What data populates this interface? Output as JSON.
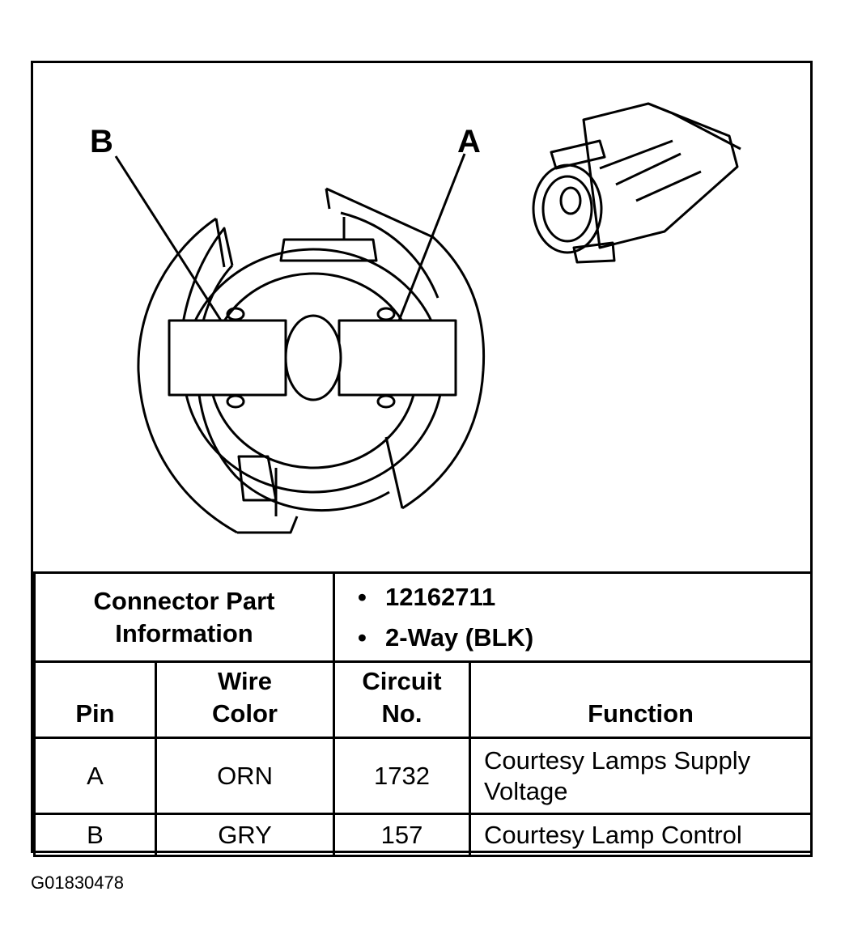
{
  "diagram": {
    "pin_labels": [
      "B",
      "A"
    ]
  },
  "connector_info": {
    "label_line1": "Connector Part",
    "label_line2": "Information",
    "items": [
      "12162711",
      "2-Way (BLK)"
    ]
  },
  "table": {
    "headers": {
      "pin": "Pin",
      "wire_line1": "Wire",
      "wire_line2": "Color",
      "circuit_line1": "Circuit",
      "circuit_line2": "No.",
      "function": "Function"
    },
    "rows": [
      {
        "pin": "A",
        "wire": "ORN",
        "circuit": "1732",
        "function_line1": "Courtesy Lamps Supply",
        "function_line2": "Voltage"
      },
      {
        "pin": "B",
        "wire": "GRY",
        "circuit": "157",
        "function_line1": "Courtesy Lamp Control",
        "function_line2": ""
      }
    ]
  },
  "figure_id": "G01830478"
}
